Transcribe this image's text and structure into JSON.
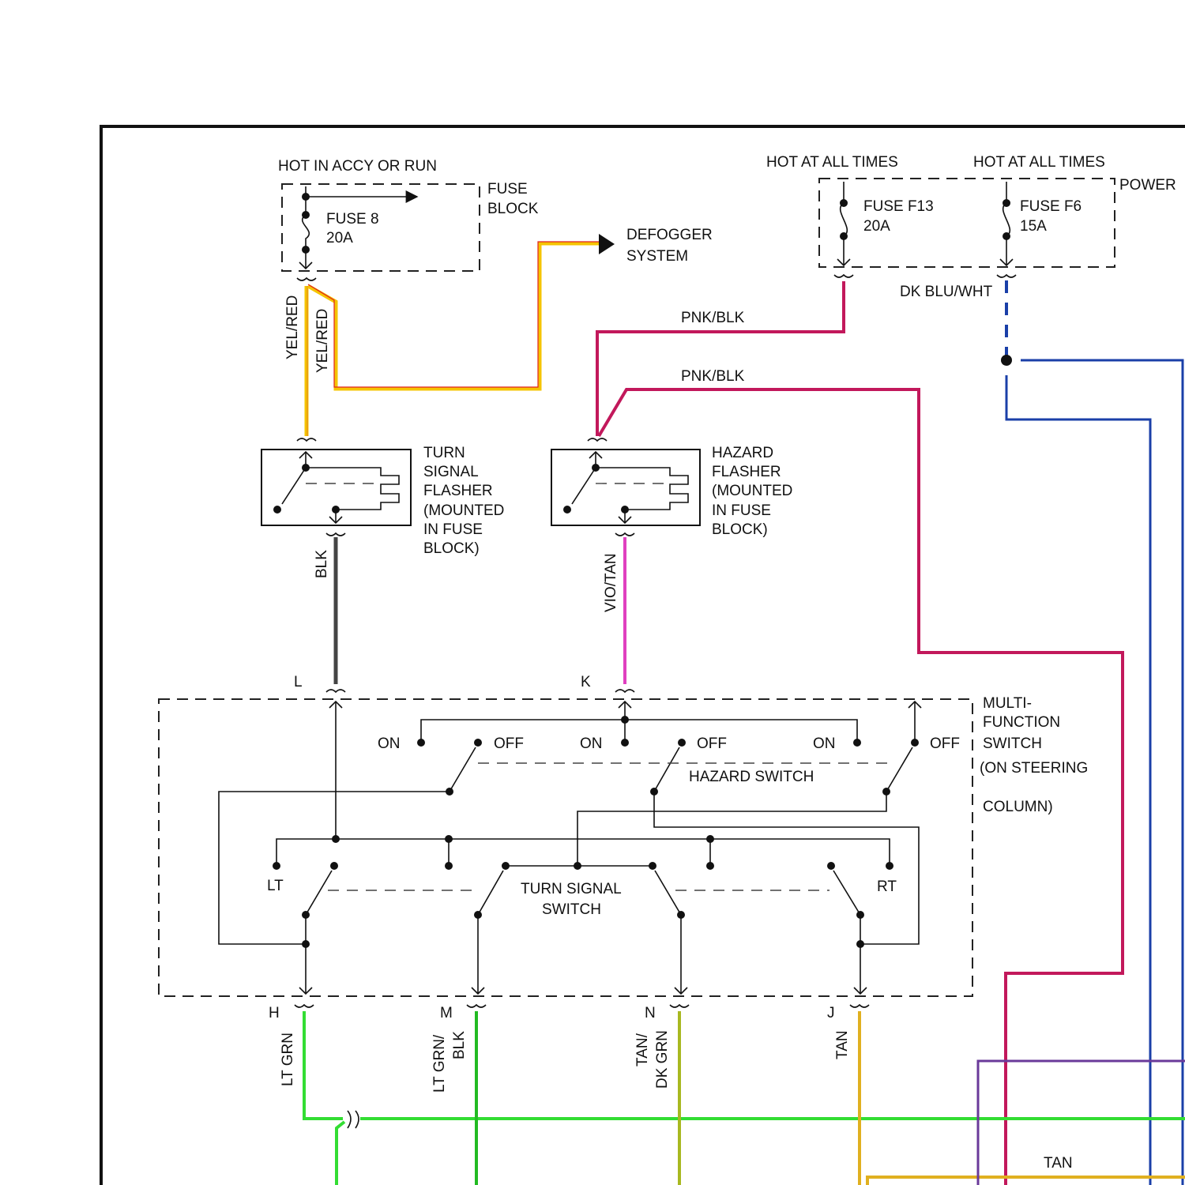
{
  "labels": {
    "hot_accy_run": "HOT IN ACCY OR RUN",
    "fuse_block_1": "FUSE",
    "fuse_block_2": "BLOCK",
    "fuse8_name": "FUSE 8",
    "fuse8_rating": "20A",
    "defogger_1": "DEFOGGER",
    "defogger_2": "SYSTEM",
    "hot_all_times_1": "HOT AT ALL TIMES",
    "hot_all_times_2": "HOT AT ALL TIMES",
    "power": "POWER",
    "fuse_f13_name": "FUSE F13",
    "fuse_f13_rating": "20A",
    "fuse_f6_name": "FUSE F6",
    "fuse_f6_rating": "15A",
    "turn_flasher": [
      "TURN",
      "SIGNAL",
      "FLASHER",
      "(MOUNTED",
      "IN FUSE",
      "BLOCK)"
    ],
    "hazard_flasher": [
      "HAZARD",
      "FLASHER",
      "(MOUNTED",
      "IN FUSE",
      "BLOCK)"
    ],
    "multi_function": [
      "MULTI-",
      "FUNCTION",
      "SWITCH",
      "(ON STEERING",
      "COLUMN)"
    ],
    "hazard_switch": "HAZARD SWITCH",
    "turn_signal_switch_1": "TURN SIGNAL",
    "turn_signal_switch_2": "SWITCH",
    "on": "ON",
    "off": "OFF",
    "lt": "LT",
    "rt": "RT"
  },
  "connectors": {
    "l": "L",
    "k": "K",
    "h": "H",
    "m": "M",
    "n": "N",
    "j": "J"
  },
  "wires": {
    "yel_red": "YEL/RED",
    "pnk_blk": "PNK/BLK",
    "dk_blu_wht": "DK BLU/WHT",
    "blk": "BLK",
    "vio_tan": "VIO/TAN",
    "lt_grn": "LT GRN",
    "lt_grn_blk_1": "LT GRN/",
    "lt_grn_blk_2": "BLK",
    "tan_dk_grn_1": "TAN/",
    "tan_dk_grn_2": "DK GRN",
    "tan": "TAN",
    "tan_bottom": "TAN"
  },
  "colors": {
    "yel_red": "#f5c400",
    "yel_red_trace": "#e02020",
    "pnk_blk": "#c2185b",
    "dk_blu_wht": "#1a3fa8",
    "blk": "#444444",
    "vio_tan": "#e040c0",
    "lt_grn": "#33dd33",
    "lt_grn_blk": "#22bb22",
    "tan_dk_grn": "#a8b820",
    "tan": "#e0b020",
    "purple": "#6a3a9a"
  }
}
